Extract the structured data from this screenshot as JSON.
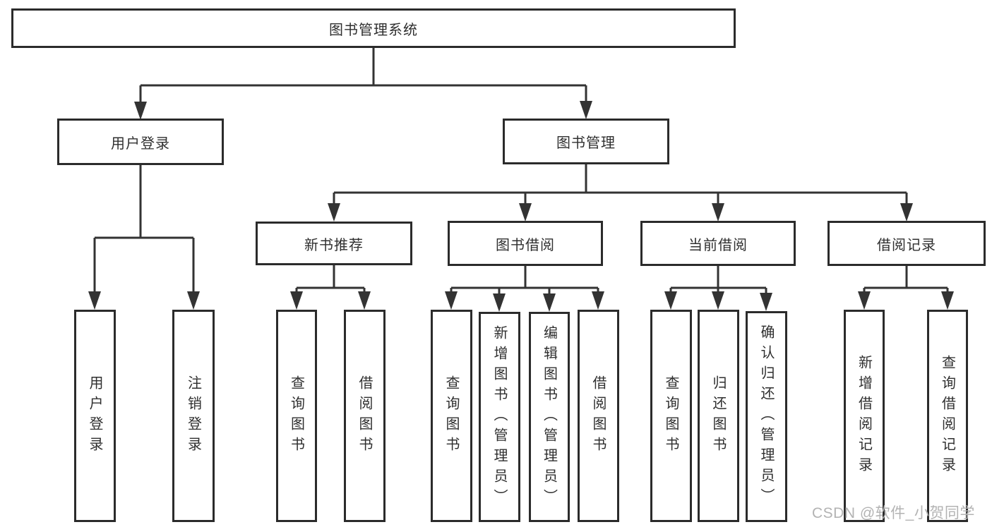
{
  "diagram": {
    "nodes": {
      "root": "图书管理系统",
      "user_login": "用户登录",
      "book_management": "图书管理",
      "new_book_recommend": "新书推荐",
      "book_borrow": "图书借阅",
      "current_borrow": "当前借阅",
      "borrow_records": "借阅记录",
      "leaves": {
        "user": [
          "用户登录",
          "注销登录"
        ],
        "recommend": [
          "查询图书",
          "借阅图书"
        ],
        "borrow": [
          "查询图书",
          "新增图书（管理员）",
          "编辑图书（管理员）",
          "借阅图书"
        ],
        "current": [
          "查询图书",
          "归还图书",
          "确认归还（管理员）"
        ],
        "records": [
          "新增借阅记录",
          "查询借阅记录"
        ]
      }
    },
    "colors": {
      "line": "#333333",
      "box_border": "#2b2b2b",
      "box_fill": "#ffffff",
      "text": "#2f2f2f",
      "watermark_text": "#b3b3b3"
    }
  },
  "watermark": "CSDN @软件_小贺同学"
}
